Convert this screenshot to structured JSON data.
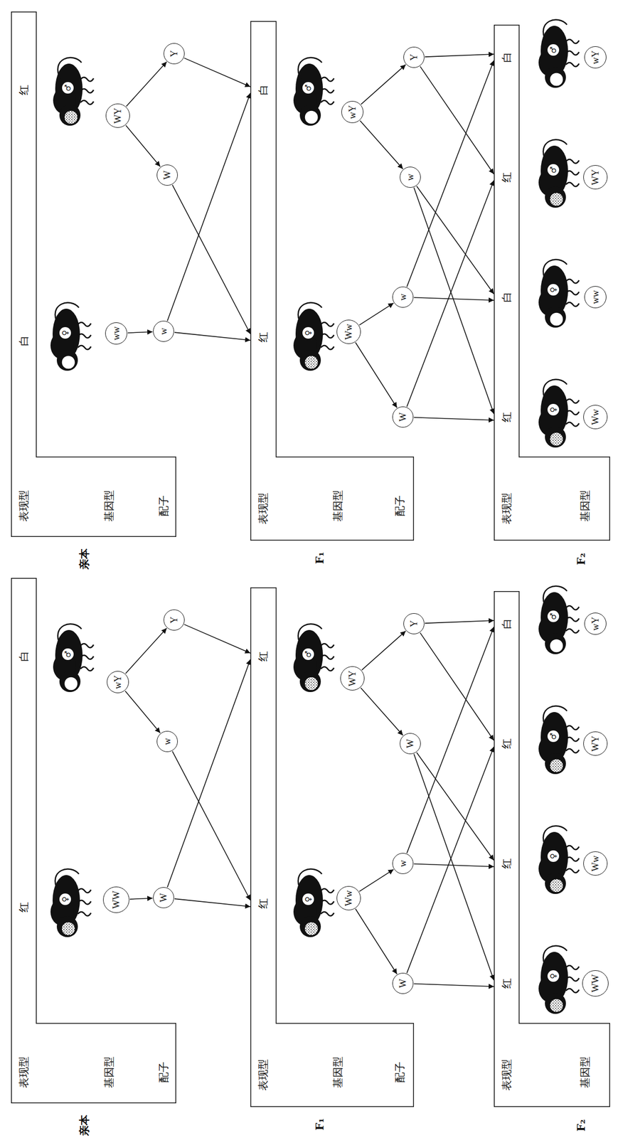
{
  "diagram": {
    "nodes": [
      {
        "text": [
          "表现型",
          "基因型",
          "配子",
          "红",
          "白"
        ]
      },
      {
        "text": [
          "WW"
        ]
      },
      {
        "text": [
          "W"
        ]
      },
      {
        "text": [
          "wY"
        ]
      },
      {
        "text": [
          "w"
        ]
      },
      {
        "text": [
          "Y"
        ]
      },
      {
        "text": [
          "表现型",
          "基因型",
          "配子",
          "红",
          "红"
        ]
      },
      {
        "text": [
          "Ww"
        ]
      },
      {
        "text": [
          "W"
        ]
      },
      {
        "text": [
          "w"
        ]
      },
      {
        "text": [
          "WY"
        ]
      },
      {
        "text": [
          "W"
        ]
      },
      {
        "text": [
          "Y"
        ]
      },
      {
        "text": [
          "表现型",
          "基因型",
          "红",
          "红",
          "红",
          "白"
        ]
      },
      {
        "text": [
          "WW"
        ]
      },
      {
        "text": [
          "Ww"
        ]
      },
      {
        "text": [
          "WY"
        ]
      },
      {
        "text": [
          "wY"
        ]
      },
      {
        "text": [
          "表现型",
          "基因型",
          "配子",
          "白",
          "红"
        ]
      },
      {
        "text": [
          "ww"
        ]
      },
      {
        "text": [
          "w"
        ]
      },
      {
        "text": [
          "WY"
        ]
      },
      {
        "text": [
          "W"
        ]
      },
      {
        "text": [
          "Y"
        ]
      },
      {
        "text": [
          "表现型",
          "基因型",
          "配子",
          "红",
          "白"
        ]
      },
      {
        "text": [
          "Ww"
        ]
      },
      {
        "text": [
          "W"
        ]
      },
      {
        "text": [
          "w"
        ]
      },
      {
        "text": [
          "wY"
        ]
      },
      {
        "text": [
          "w"
        ]
      },
      {
        "text": [
          "Y"
        ]
      },
      {
        "text": [
          "表现型",
          "基因型",
          "红",
          "白",
          "红",
          "白"
        ]
      },
      {
        "text": [
          "Ww"
        ]
      },
      {
        "text": [
          "ww"
        ]
      },
      {
        "text": [
          "WY"
        ]
      },
      {
        "text": [
          "wY"
        ]
      }
    ],
    "edges": [
      {
        "from": 1,
        "to": 2,
        "arrow": "to"
      },
      {
        "from": 3,
        "to": 4,
        "arrow": "to"
      },
      {
        "from": 3,
        "to": 5,
        "arrow": "to"
      },
      {
        "from": 2,
        "to": 6,
        "arrow": "to"
      },
      {
        "from": 2,
        "to": 6,
        "arrow": "to"
      },
      {
        "from": 4,
        "to": 6,
        "arrow": "to"
      },
      {
        "from": 5,
        "to": 6,
        "arrow": "to"
      },
      {
        "from": 7,
        "to": 8,
        "arrow": "to"
      },
      {
        "from": 7,
        "to": 9,
        "arrow": "to"
      },
      {
        "from": 10,
        "to": 11,
        "arrow": "to"
      },
      {
        "from": 10,
        "to": 12,
        "arrow": "to"
      },
      {
        "from": 8,
        "to": 13,
        "arrow": "to"
      },
      {
        "from": 8,
        "to": 13,
        "arrow": "to"
      },
      {
        "from": 9,
        "to": 13,
        "arrow": "to"
      },
      {
        "from": 9,
        "to": 13,
        "arrow": "to"
      },
      {
        "from": 11,
        "to": 13,
        "arrow": "to"
      },
      {
        "from": 11,
        "to": 13,
        "arrow": "to"
      },
      {
        "from": 12,
        "to": 13,
        "arrow": "to"
      },
      {
        "from": 12,
        "to": 13,
        "arrow": "to"
      },
      {
        "from": 19,
        "to": 20,
        "arrow": "to"
      },
      {
        "from": 21,
        "to": 22,
        "arrow": "to"
      },
      {
        "from": 21,
        "to": 23,
        "arrow": "to"
      },
      {
        "from": 20,
        "to": 24,
        "arrow": "to"
      },
      {
        "from": 20,
        "to": 24,
        "arrow": "to"
      },
      {
        "from": 22,
        "to": 24,
        "arrow": "to"
      },
      {
        "from": 23,
        "to": 24,
        "arrow": "to"
      },
      {
        "from": 25,
        "to": 26,
        "arrow": "to"
      },
      {
        "from": 25,
        "to": 27,
        "arrow": "to"
      },
      {
        "from": 28,
        "to": 29,
        "arrow": "to"
      },
      {
        "from": 28,
        "to": 30,
        "arrow": "to"
      },
      {
        "from": 26,
        "to": 31,
        "arrow": "to"
      },
      {
        "from": 26,
        "to": 31,
        "arrow": "to"
      },
      {
        "from": 27,
        "to": 31,
        "arrow": "to"
      },
      {
        "from": 27,
        "to": 31,
        "arrow": "to"
      },
      {
        "from": 29,
        "to": 31,
        "arrow": "to"
      },
      {
        "from": 29,
        "to": 31,
        "arrow": "to"
      },
      {
        "from": 30,
        "to": 31,
        "arrow": "to"
      },
      {
        "from": 30,
        "to": 31,
        "arrow": "to"
      }
    ],
    "labels": [
      "亲本",
      "♀",
      "♂",
      "F₁",
      "♀",
      "♂",
      "F₂",
      "♀",
      "♀",
      "♂",
      "♂",
      "亲本",
      "♀",
      "♂",
      "F₁",
      "♀",
      "♂",
      "F₂",
      "♀",
      "♀",
      "♂",
      "♂"
    ]
  }
}
